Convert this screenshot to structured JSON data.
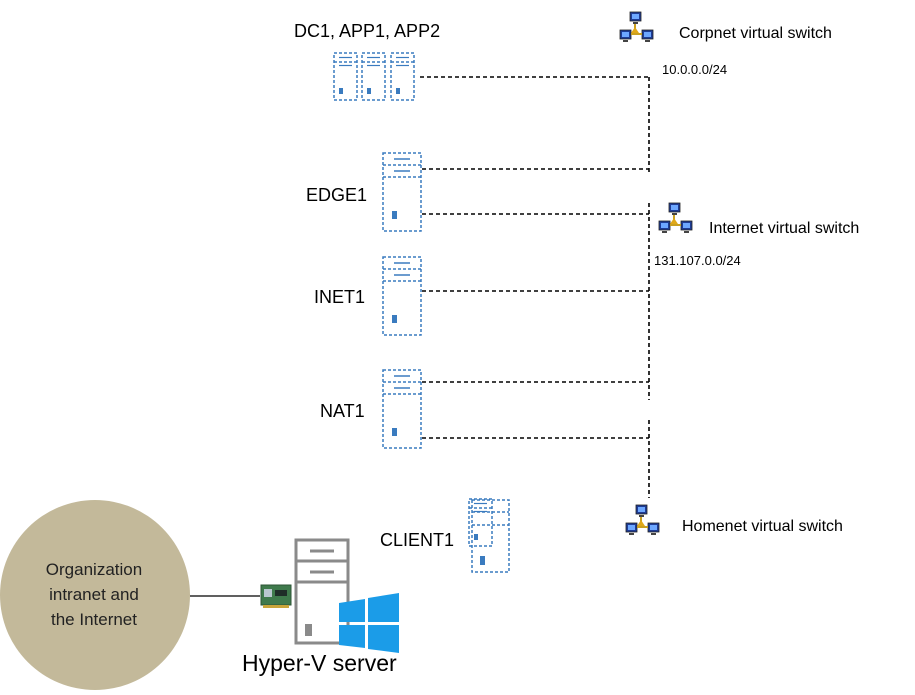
{
  "nodes": {
    "dc_group": "DC1, APP1, APP2",
    "edge": "EDGE1",
    "inet": "INET1",
    "nat": "NAT1",
    "client": "CLIENT1"
  },
  "switches": {
    "corpnet": {
      "name": "Corpnet virtual switch",
      "subnet": "10.0.0.0/24"
    },
    "internet": {
      "name": "Internet virtual switch",
      "subnet": "131.107.0.0/24"
    },
    "homenet": {
      "name": "Homenet virtual switch"
    }
  },
  "host": {
    "label": "Hyper-V server",
    "network": "Organization intranet and the Internet",
    "network_lines": [
      "Organization",
      "intranet and",
      "the Internet"
    ]
  },
  "colors": {
    "server_outline": "#3a7bbf",
    "circle_fill": "#c3b99a",
    "windows_blue": "#1b9ce8",
    "host_gray": "#8a8a8a"
  }
}
